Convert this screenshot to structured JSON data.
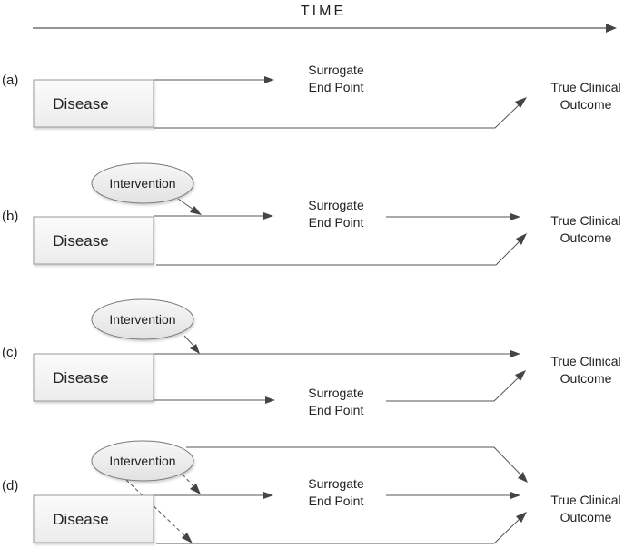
{
  "time_axis": {
    "label": "TIME"
  },
  "panels": [
    {
      "id": "a",
      "label": "(a)",
      "disease": "Disease",
      "surrogate": [
        "Surrogate",
        "End Point"
      ],
      "outcome": [
        "True Clinical",
        "Outcome"
      ]
    },
    {
      "id": "b",
      "label": "(b)",
      "disease": "Disease",
      "intervention": "Intervention",
      "surrogate": [
        "Surrogate",
        "End Point"
      ],
      "outcome": [
        "True Clinical",
        "Outcome"
      ]
    },
    {
      "id": "c",
      "label": "(c)",
      "disease": "Disease",
      "intervention": "Intervention",
      "surrogate": [
        "Surrogate",
        "End Point"
      ],
      "outcome": [
        "True Clinical",
        "Outcome"
      ]
    },
    {
      "id": "d",
      "label": "(d)",
      "disease": "Disease",
      "intervention": "Intervention",
      "surrogate": [
        "Surrogate",
        "End Point"
      ],
      "outcome": [
        "True Clinical",
        "Outcome"
      ]
    }
  ],
  "colors": {
    "line": "#555555",
    "box_fill": "#f4f4f4",
    "box_stroke": "#9a9a9a",
    "ellipse_fill": "#ececec",
    "ellipse_stroke": "#7a7a7a",
    "text": "#222222"
  }
}
